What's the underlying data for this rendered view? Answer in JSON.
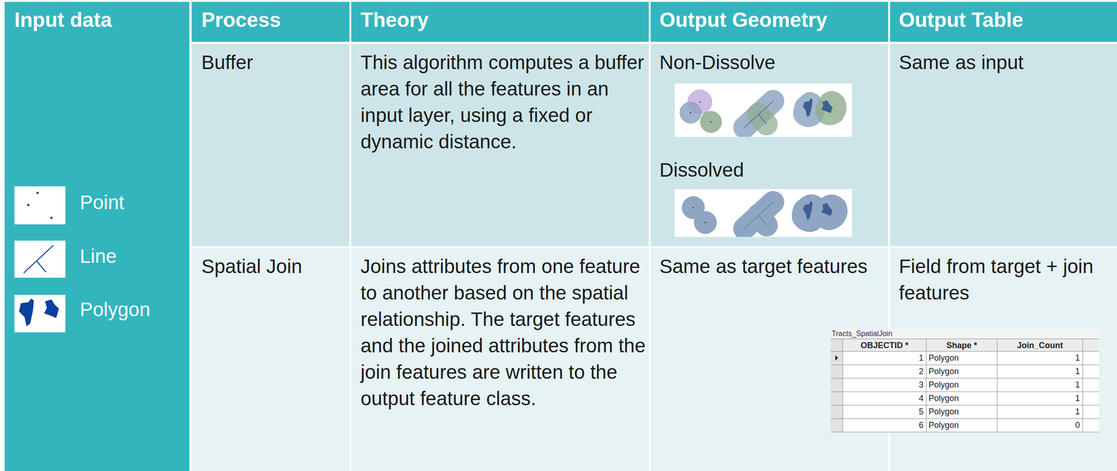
{
  "diagram": {
    "labels": [
      "Input data",
      "Process",
      "Theory",
      "Output Geometry",
      "Output Table",
      "Point",
      "Line",
      "Polygon",
      "Buffer",
      "This algorithm computes a buffer area for all the features in an input layer, using a fixed or dynamic distance.",
      "Non-Dissolve",
      "Dissolved",
      "Same as input",
      "Spatial Join",
      "Joins attributes from one feature to another based on the spatial relationship. The target features and the joined attributes from the join features are written to the output feature class.",
      "Same as target features",
      "Field from target + join features",
      "Tracts_SpatialJoin",
      "OBJECTID *",
      "Shape *",
      "Join_Count",
      "1",
      "Polygon",
      "1",
      "2",
      "Polygon",
      "1",
      "3",
      "Polygon",
      "1",
      "4",
      "Polygon",
      "1",
      "5",
      "Polygon",
      "1",
      "6",
      "Polygon",
      "0"
    ]
  }
}
